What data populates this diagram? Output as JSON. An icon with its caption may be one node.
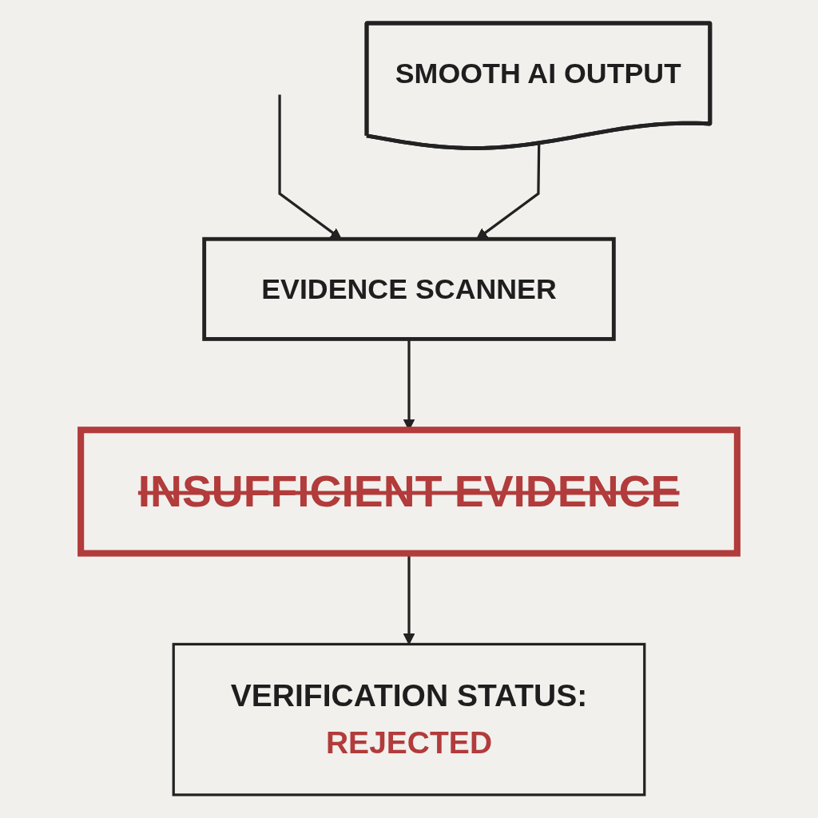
{
  "diagram": {
    "nodes": [
      {
        "text": [
          "SMOOTH AI OUTPUT"
        ]
      },
      {
        "text": [
          "EVIDENCE SCANNER"
        ]
      },
      {
        "text": [
          "INSUFFICIENT EVIDENCE"
        ]
      },
      {
        "text": [
          "VERIFICATION STATUS:",
          "REJECTED"
        ]
      }
    ],
    "edges": [
      {
        "from": null,
        "to": 1,
        "arrow": "to"
      },
      {
        "from": 0,
        "to": 1,
        "arrow": "to"
      },
      {
        "from": 1,
        "to": 2,
        "arrow": "to"
      },
      {
        "from": 2,
        "to": 3,
        "arrow": "to"
      }
    ]
  }
}
